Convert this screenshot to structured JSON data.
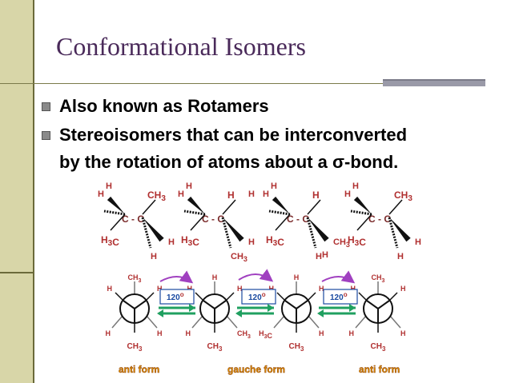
{
  "slide": {
    "title": "Conformational Isomers",
    "bullets": [
      "Also known as Rotamers",
      "Stereoisomers that can be interconverted",
      "by the rotation of atoms about a σ-bond."
    ]
  },
  "colors": {
    "sidebar": "#d8d6a8",
    "title": "#4a2a5a",
    "atom_labels": "#b03030",
    "rotation_arrow": "#a040c0",
    "equilibrium_arrow": "#20a060",
    "form_label": "#d88a00"
  },
  "sawhorse": [
    {
      "tl": "H",
      "tl2": "H",
      "tr": "CH3",
      "cc": "C - C",
      "bl": "H3C",
      "br": "H",
      "bb": "H"
    },
    {
      "tl": "H",
      "tl2": "H",
      "tr": "H",
      "tr2": "H",
      "cc": "C - C",
      "bl": "H3C",
      "br": "H",
      "bb": "CH3"
    },
    {
      "tl": "H",
      "tl2": "H",
      "tr": "H",
      "cc": "C - C",
      "bl": "H3C",
      "br": "CH3",
      "bb": "H",
      "bb2": "H"
    },
    {
      "tl": "H",
      "tl2": "H",
      "tr": "CH3",
      "cc": "C - C",
      "bl": "H3C",
      "br": "H",
      "bb": "H"
    }
  ],
  "newman": [
    {
      "top": "CH3",
      "tl": "H",
      "tr": "H",
      "bl": "H",
      "br": "H",
      "bb": "CH3"
    },
    {
      "top": "H",
      "tl": "H",
      "tr": "H",
      "bl": "H",
      "br": "CH3",
      "bb": "CH3"
    },
    {
      "top": "H",
      "tl": "H",
      "tr": "H",
      "bl": "H3C",
      "br": "H",
      "bb": "CH3"
    },
    {
      "top": "CH3",
      "tl": "H",
      "tr": "H",
      "bl": "H",
      "br": "H",
      "bb": "CH3"
    }
  ],
  "rotation_angle": "120",
  "rotation_unit": "o",
  "forms": [
    "anti form",
    "gauche form",
    "anti form"
  ]
}
